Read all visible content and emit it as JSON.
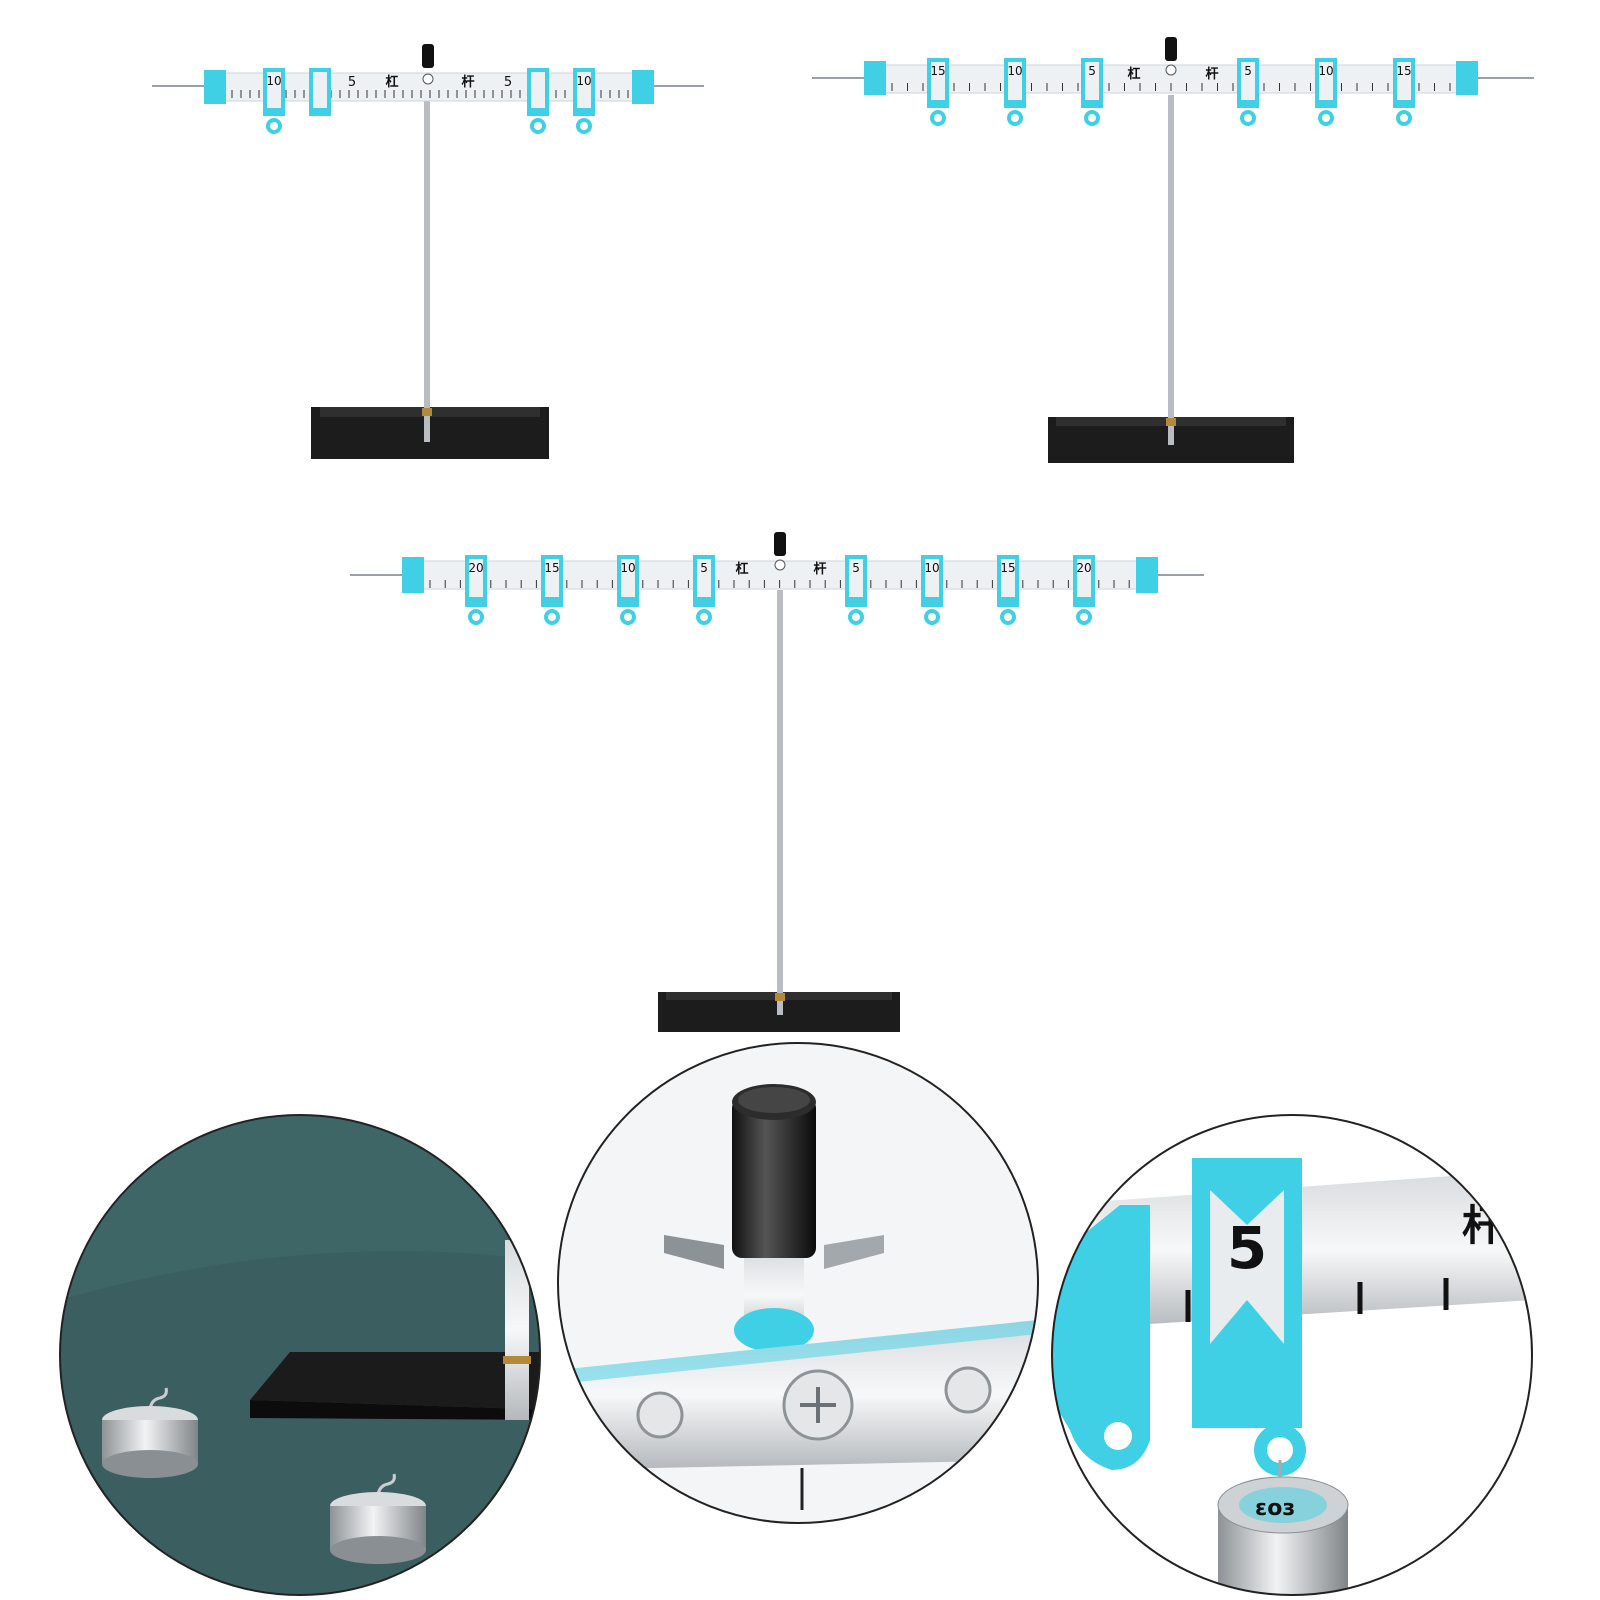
{
  "colors": {
    "accent": "#3fd0e6",
    "base": "#1c1c1c",
    "rod": "#b9bdc2",
    "beam": "#e6e9ec",
    "inset_bg": "#3b5f60",
    "outline": "#222222"
  },
  "levers": [
    {
      "id": "lever-small",
      "left_marks": [
        "10",
        "",
        "5"
      ],
      "right_marks": [
        "5",
        "",
        "10"
      ],
      "left_hanger_labels": [
        "10",
        ""
      ],
      "right_hanger_labels": [
        "",
        "10"
      ],
      "char_left": "杠",
      "char_right": "杆"
    },
    {
      "id": "lever-medium",
      "left_hanger_labels": [
        "15",
        "10",
        "5"
      ],
      "right_hanger_labels": [
        "5",
        "10",
        "15"
      ],
      "char_left": "杠",
      "char_right": "杆"
    },
    {
      "id": "lever-large",
      "left_hanger_labels": [
        "20",
        "15",
        "10",
        "5"
      ],
      "right_hanger_labels": [
        "5",
        "10",
        "15",
        "20"
      ],
      "char_left": "杠",
      "char_right": "杆"
    }
  ],
  "detail_insets": [
    {
      "id": "inset-base-weights",
      "subject": "base and hook weights"
    },
    {
      "id": "inset-pivot-knob",
      "subject": "pivot knob"
    },
    {
      "id": "inset-hanger-closeup",
      "subject": "hanger with weight",
      "scale_mark": "5",
      "weight_stamp": "ɛoз",
      "beam_char": "杆"
    }
  ]
}
